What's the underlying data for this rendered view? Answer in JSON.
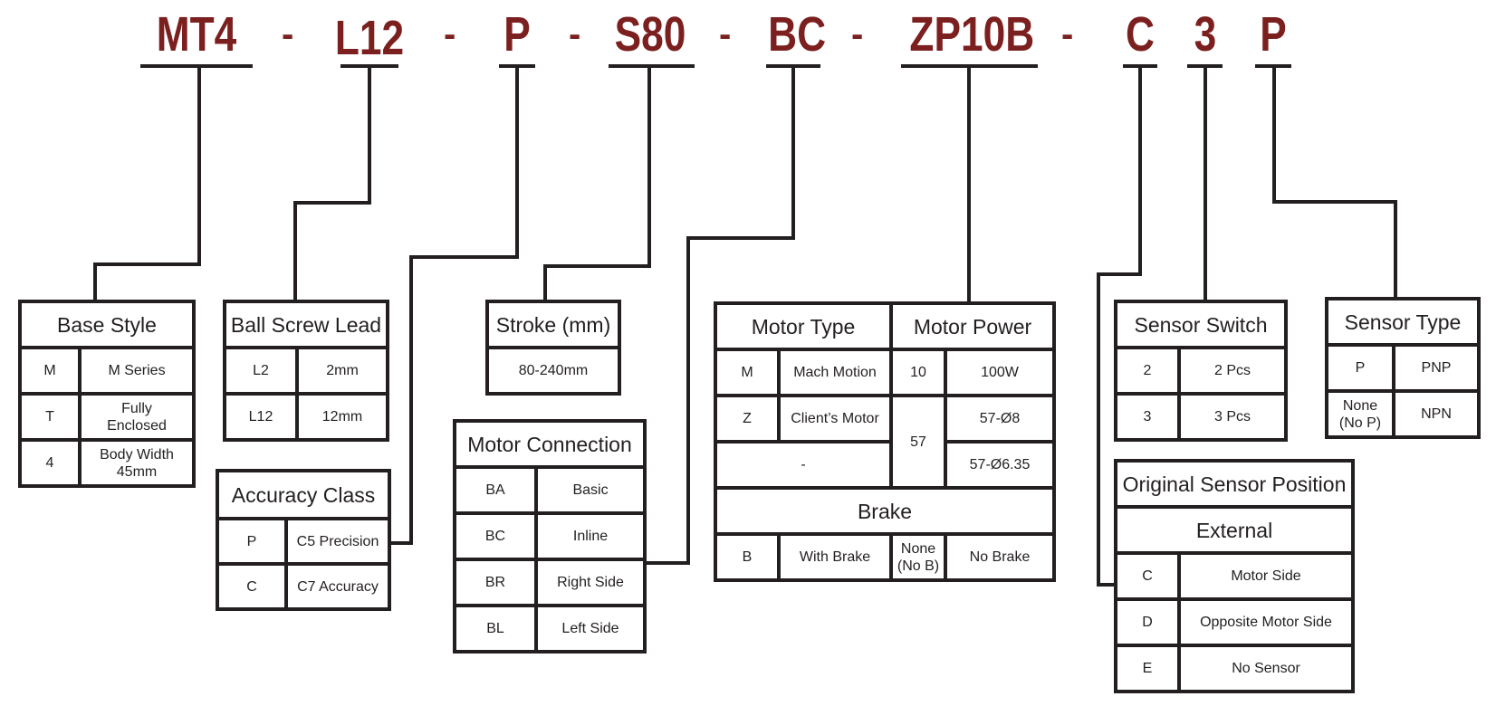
{
  "part_number": {
    "segments": [
      "MT4",
      "L12",
      "P",
      "S80",
      "BC",
      "ZP10B",
      "C",
      "3",
      "P"
    ],
    "separator": "-"
  },
  "tables": {
    "base_style": {
      "title": "Base Style",
      "rows": [
        {
          "code": "M",
          "desc": "M Series"
        },
        {
          "code": "T",
          "desc": "Fully Enclosed"
        },
        {
          "code": "4",
          "desc": "Body Width 45mm"
        }
      ]
    },
    "ball_screw_lead": {
      "title": "Ball Screw Lead",
      "rows": [
        {
          "code": "L2",
          "desc": "2mm"
        },
        {
          "code": "L12",
          "desc": "12mm"
        }
      ]
    },
    "accuracy_class": {
      "title": "Accuracy Class",
      "rows": [
        {
          "code": "P",
          "desc": "C5 Precision"
        },
        {
          "code": "C",
          "desc": "C7 Accuracy"
        }
      ]
    },
    "stroke": {
      "title": "Stroke (mm)",
      "value": "80-240mm"
    },
    "motor_connection": {
      "title": "Motor Connection",
      "rows": [
        {
          "code": "BA",
          "desc": "Basic"
        },
        {
          "code": "BC",
          "desc": "Inline"
        },
        {
          "code": "BR",
          "desc": "Right Side"
        },
        {
          "code": "BL",
          "desc": "Left Side"
        }
      ]
    },
    "motor": {
      "type_title": "Motor Type",
      "power_title": "Motor Power",
      "type_rows": [
        {
          "code": "M",
          "desc": "Mach Motion"
        },
        {
          "code": "Z",
          "desc": "Client’s Motor"
        },
        {
          "code": "-",
          "desc": ""
        }
      ],
      "power_rows": [
        {
          "code": "10",
          "desc": "100W"
        },
        {
          "code": "57",
          "desc": "57-Ø8"
        },
        {
          "code": "57",
          "desc": "57-Ø6.35"
        }
      ],
      "brake_title": "Brake",
      "brake_rows": [
        {
          "code": "B",
          "desc": "With Brake"
        },
        {
          "code": "None (No B)",
          "desc": "No Brake"
        }
      ]
    },
    "sensor_switch": {
      "title": "Sensor Switch",
      "rows": [
        {
          "code": "2",
          "desc": "2 Pcs"
        },
        {
          "code": "3",
          "desc": "3 Pcs"
        }
      ]
    },
    "sensor_type": {
      "title": "Sensor Type",
      "rows": [
        {
          "code": "P",
          "desc": "PNP"
        },
        {
          "code": "None (No P)",
          "desc": "NPN"
        }
      ]
    },
    "sensor_position": {
      "title": "Original Sensor Position",
      "subtitle": "External",
      "rows": [
        {
          "code": "C",
          "desc": "Motor Side"
        },
        {
          "code": "D",
          "desc": "Opposite Motor Side"
        },
        {
          "code": "E",
          "desc": "No Sensor"
        }
      ]
    }
  }
}
